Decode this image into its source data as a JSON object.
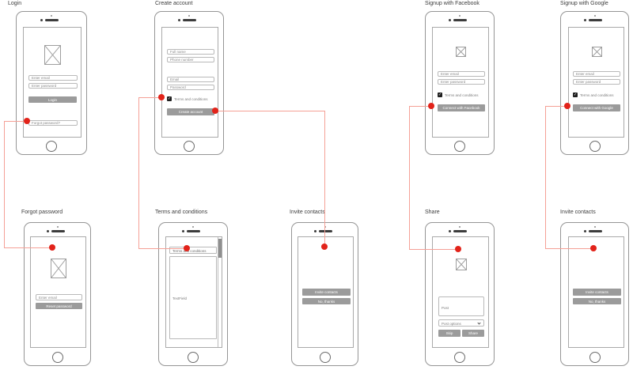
{
  "colors": {
    "flow_dot_red": "#e2231a",
    "flow_line_salmon": "#f5a096",
    "button_gray": "#9b9b9b",
    "checkbox_black": "#1f1f1f"
  },
  "icons": {
    "checkbox_check": "✓"
  },
  "screens": {
    "login": {
      "title": "Login",
      "email_placeholder": "Enter email",
      "password_placeholder": "Enter password",
      "login_button": "Login",
      "forgot_link": "Forgot password?"
    },
    "create_account": {
      "title": "Create account",
      "full_name_placeholder": "Full name",
      "phone_placeholder": "Phone number",
      "email_placeholder": "Email",
      "password_placeholder": "Password",
      "terms_label": "Terms and conditions",
      "create_button": "Create account"
    },
    "signup_facebook": {
      "title": "Signup with Facebook",
      "email_placeholder": "Enter email",
      "password_placeholder": "Enter password",
      "terms_label": "Terms and conditions",
      "connect_button": "Connect with Facebook"
    },
    "signup_google": {
      "title": "Signup with Google",
      "email_placeholder": "Enter email",
      "password_placeholder": "Enter password",
      "terms_label": "Terms and conditions",
      "connect_button": "Connect with Google"
    },
    "forgot_password": {
      "title": "Forgot password",
      "email_placeholder": "Enter email",
      "reset_button": "Reset password"
    },
    "terms": {
      "title": "Terms and conditions",
      "header_field": "Terms and conditions",
      "body_field": "TextField"
    },
    "invite_contacts_1": {
      "title": "Invite contacts",
      "invite_button": "Invite contacts",
      "no_thanks_button": "No, thanks"
    },
    "share": {
      "title": "Share",
      "post_label": "Post",
      "post_options_label": "Post options",
      "skip_button": "Skip",
      "share_button": "Share"
    },
    "invite_contacts_2": {
      "title": "Invite contacts",
      "invite_button": "Invite contacts",
      "no_thanks_button": "No, thanks"
    }
  }
}
